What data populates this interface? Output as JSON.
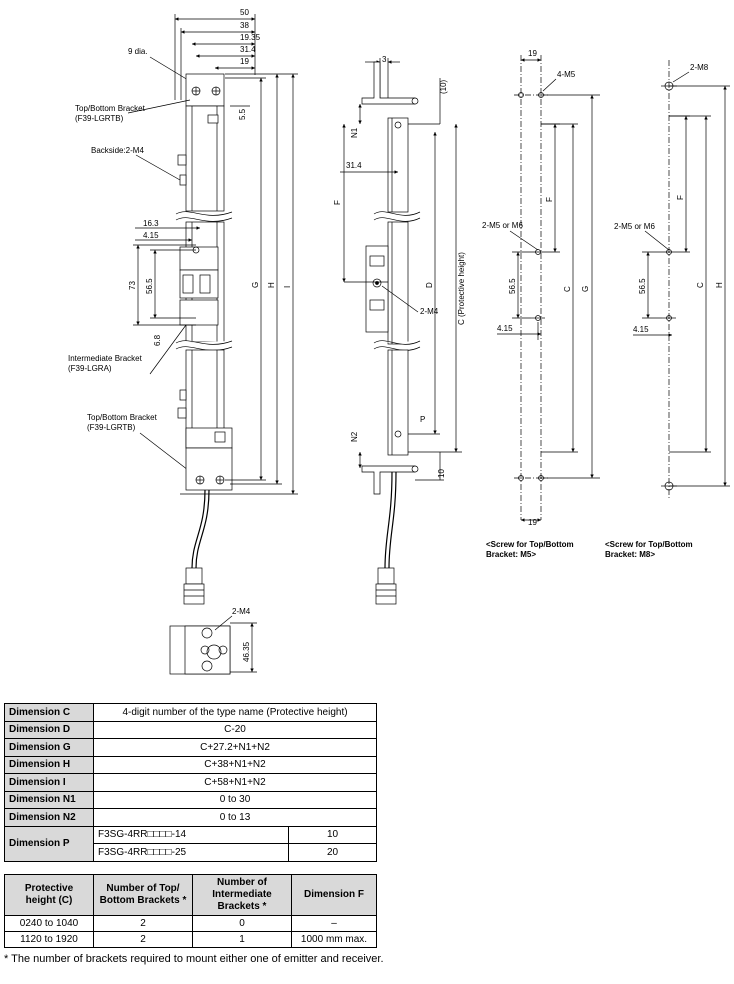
{
  "drawing": {
    "left": {
      "dims_top": [
        "50",
        "38",
        "19.35",
        "31.4",
        "19"
      ],
      "dia": "9 dia.",
      "top_bracket_label": "Top/Bottom Bracket",
      "top_bracket_model": "(F39-LGRTB)",
      "backside": "Backside:2-M4",
      "dim_5_5": "5.5",
      "dim_16_3": "16.3",
      "dim_4_15": "4.15",
      "dim_73": "73",
      "dim_56_5": "56.5",
      "dim_6_8": "6.8",
      "dim_G": "G",
      "dim_H": "H",
      "dim_I": "I",
      "inter_label": "Intermediate Bracket",
      "inter_model": "(F39-LGRA)",
      "bottom_bracket_label": "Top/Bottom Bracket",
      "bottom_bracket_model": "(F39-LGRTB)"
    },
    "side": {
      "dim_3": "3",
      "dim_10_top": "(10)",
      "dim_N1": "N1",
      "dim_31_4": "31.4",
      "dim_F": "F",
      "dim_D": "D",
      "dim_C": "C (Protective height)",
      "screw": "2-M4",
      "dim_P": "P",
      "dim_N2": "N2",
      "dim_10_bottom": "10"
    },
    "bottom": {
      "screw": "2-M4",
      "dim_46_35": "46.35"
    },
    "m5": {
      "dim_19_top": "19",
      "screw": "4-M5",
      "dim_F": "F",
      "alt_screw": "2-M5 or M6",
      "dim_56_5": "56.5",
      "dim_C": "C",
      "dim_G": "G",
      "dim_4_15": "4.15",
      "dim_19_bottom": "19",
      "caption_1": "<Screw for Top/Bottom",
      "caption_2": "Bracket: M5>"
    },
    "m8": {
      "screw": "2-M8",
      "dim_F": "F",
      "alt_screw": "2-M5 or M6",
      "dim_56_5": "56.5",
      "dim_C": "C",
      "dim_H": "H",
      "dim_4_15": "4.15",
      "caption_1": "<Screw for Top/Bottom",
      "caption_2": "Bracket: M8>"
    }
  },
  "table1": {
    "rows": [
      {
        "label": "Dimension C",
        "value": "4-digit number of the type name (Protective height)"
      },
      {
        "label": "Dimension D",
        "value": "C-20"
      },
      {
        "label": "Dimension G",
        "value": "C+27.2+N1+N2"
      },
      {
        "label": "Dimension H",
        "value": "C+38+N1+N2"
      },
      {
        "label": "Dimension I",
        "value": "C+58+N1+N2"
      },
      {
        "label": "Dimension N1",
        "value": "0 to 30"
      },
      {
        "label": "Dimension N2",
        "value": "0 to 13"
      }
    ],
    "p_label": "Dimension P",
    "p_rows": [
      {
        "model": "F3SG-4RR□□□□-14",
        "value": "10"
      },
      {
        "model": "F3SG-4RR□□□□-25",
        "value": "20"
      }
    ]
  },
  "table2": {
    "headers": [
      "Protective height (C)",
      "Number of Top/ Bottom Brackets *",
      "Number of Intermediate Brackets *",
      "Dimension F"
    ],
    "rows": [
      [
        "0240 to 1040",
        "2",
        "0",
        "–"
      ],
      [
        "1120 to 1920",
        "2",
        "1",
        "1000 mm max."
      ]
    ]
  },
  "footnote": "*  The number of brackets required to mount either one of emitter and receiver."
}
